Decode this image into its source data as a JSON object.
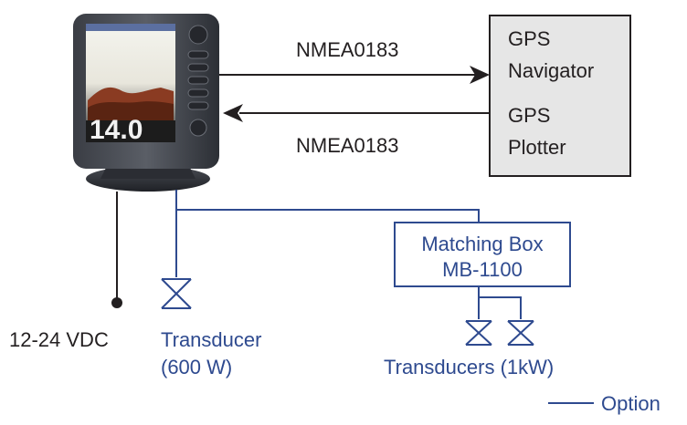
{
  "display_unit": {
    "screen_readout": "14.0"
  },
  "links": {
    "top": "NMEA0183",
    "bottom": "NMEA0183"
  },
  "gps_box": {
    "line1": "GPS",
    "line2": "Navigator",
    "line3": "GPS",
    "line4": "Plotter"
  },
  "power": {
    "label": "12-24 VDC"
  },
  "transducer": {
    "line1": "Transducer",
    "line2": "(600 W)"
  },
  "matching_box": {
    "line1": "Matching Box",
    "line2": "MB-1100"
  },
  "transducers": {
    "label": "Transducers (1kW)"
  },
  "legend": {
    "option_label": "Option"
  },
  "colors": {
    "option_line": "#2e4a8f",
    "standard_line": "#231f20",
    "gps_box_fill": "#e6e6e6"
  }
}
